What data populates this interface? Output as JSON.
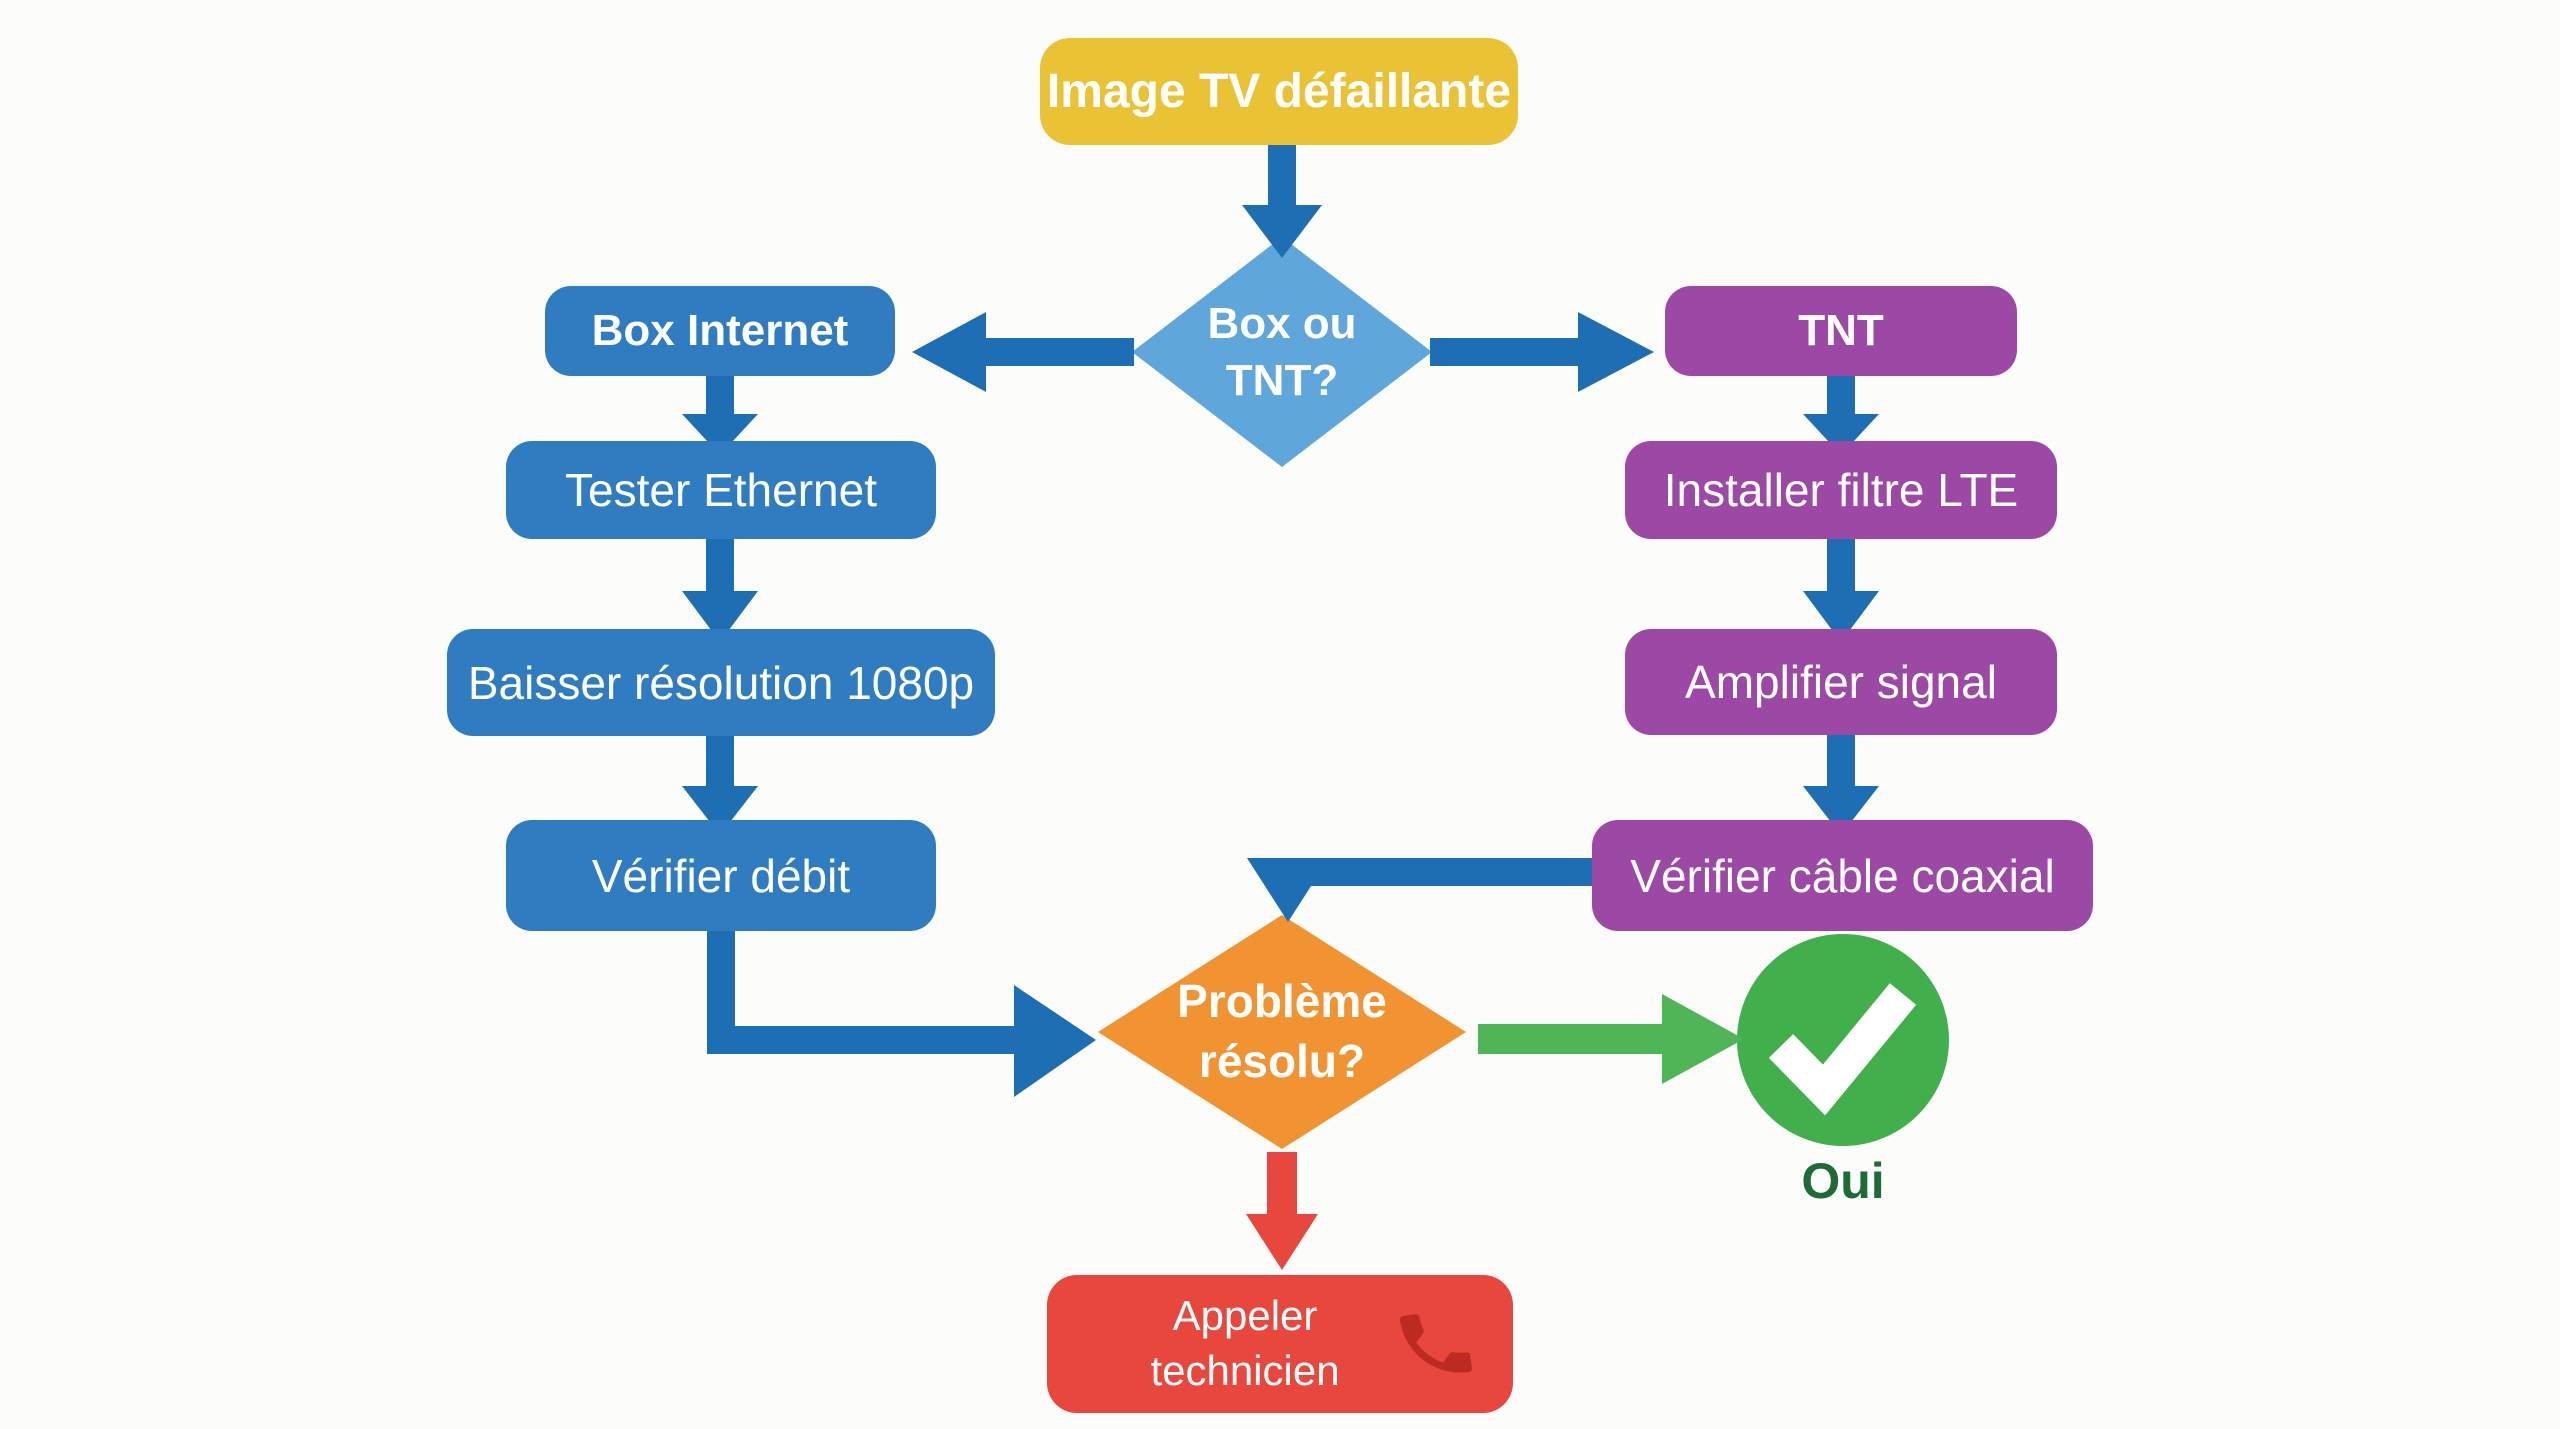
{
  "colors": {
    "background": "#FCFCFA",
    "yellow": "#EAC335",
    "blue_box": "#2F7CC1",
    "blue_diamond": "#5FA6DB",
    "arrow_blue": "#1E6EB4",
    "purple": "#9C49A6",
    "orange": "#F09330",
    "green_arrow": "#4FB557",
    "green_circle": "#41AF4B",
    "green_text": "#1E6A38",
    "red_box": "#E8473E",
    "red_arrow": "#E8473E",
    "phone_icon": "#BB2B21",
    "text_white": "#FFFFFF"
  },
  "nodes": {
    "start": {
      "label": "Image TV défaillante"
    },
    "decision_source": {
      "line1": "Box ou",
      "line2": "TNT?"
    },
    "box_internet": {
      "label": "Box Internet"
    },
    "tnt": {
      "label": "TNT"
    },
    "tester_ethernet": {
      "label": "Tester Ethernet"
    },
    "installer_filtre_lte": {
      "label": "Installer filtre LTE"
    },
    "baisser_resolution": {
      "label": "Baisser résolution 1080p"
    },
    "amplifier_signal": {
      "label": "Amplifier signal"
    },
    "verifier_debit": {
      "label": "Vérifier débit"
    },
    "verifier_cable_coaxial": {
      "label": "Vérifier câble coaxial"
    },
    "decision_resolved": {
      "line1": "Problème",
      "line2": "résolu?"
    },
    "success": {
      "label": "Oui"
    },
    "call_technician": {
      "line1": "Appeler",
      "line2": "technicien"
    }
  }
}
